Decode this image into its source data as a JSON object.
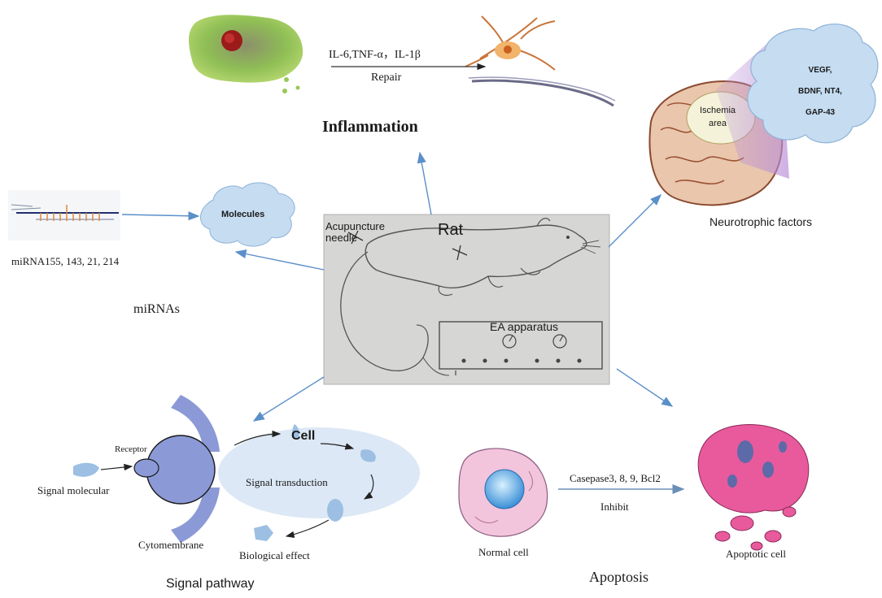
{
  "center": {
    "acupuncture_label": "Acupuncture\nneedle",
    "rat_label": "Rat",
    "ea_label": "EA apparatus"
  },
  "inflammation": {
    "cytokines": "IL-6,TNF-α，IL-1β",
    "repair": "Repair",
    "title": "Inflammation"
  },
  "neurotrophic": {
    "ischemia": "Ischemia\narea",
    "factors": "VEGF,\nBDNF, NT4,\nGAP-43",
    "title": "Neurotrophic factors"
  },
  "mirnas": {
    "molecules": "Molecules",
    "list": "miRNA155, 143, 21, 214",
    "title": "miRNAs"
  },
  "signal": {
    "receptor": "Receptor",
    "signal_molecular": "Signal molecular",
    "cell": "Cell",
    "transduction": "Signal transduction",
    "cytomembrane": "Cytomembrane",
    "biological_effect": "Biological effect",
    "title": "Signal pathway"
  },
  "apoptosis": {
    "caspases": "Casepase3, 8, 9,   Bcl2",
    "inhibit": "Inhibit",
    "normal": "Normal cell",
    "apoptotic": "Apoptotic cell",
    "title": "Apoptosis"
  },
  "colors": {
    "arrow": "#5b8fc9",
    "cloud": "#c5dcf1",
    "membrane": "#8b9ad6",
    "cell_bg": "#dce8f5",
    "pink_cell": "#e85a9c"
  }
}
